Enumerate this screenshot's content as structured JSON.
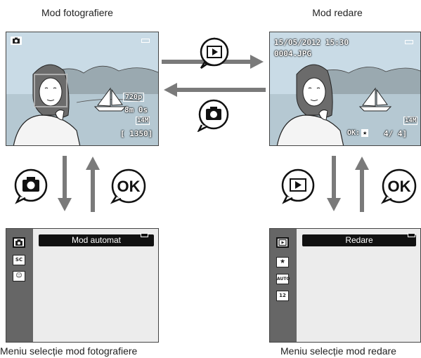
{
  "captions": {
    "shoot_title": "Mod fotografiere",
    "play_title": "Mod redare",
    "shoot_menu_caption": "Meniu selecție mod fotografiere",
    "play_menu_caption": "Meniu selecție mod redare"
  },
  "shoot_screen": {
    "icon": "camera-icon",
    "video_mode": "720",
    "time_remaining": "8m 0s",
    "image_size": "14M",
    "exposures": "[ 1350]"
  },
  "play_screen": {
    "date_time": "15/05/2012 15:30",
    "filename": "0004.JPG",
    "image_size": "14M",
    "frame_counter": "4/    4]"
  },
  "buttons": {
    "play": "play-button-icon",
    "shoot": "camera-button-icon",
    "ok_left": "OK",
    "ok_right": "OK"
  },
  "shoot_menu": {
    "title": "Mod automat",
    "icons": [
      "camera-icon",
      "scene-icon",
      "smile-icon"
    ]
  },
  "play_menu": {
    "title": "Redare",
    "icons": [
      "play-icon",
      "favorites-icon",
      "auto-sort-icon",
      "list-by-date-icon"
    ]
  },
  "colors": {
    "sky": "#c9dbe6",
    "screen_bg": "#b7c9d4",
    "dark": "#111111",
    "arrow": "#7a7a7a"
  }
}
